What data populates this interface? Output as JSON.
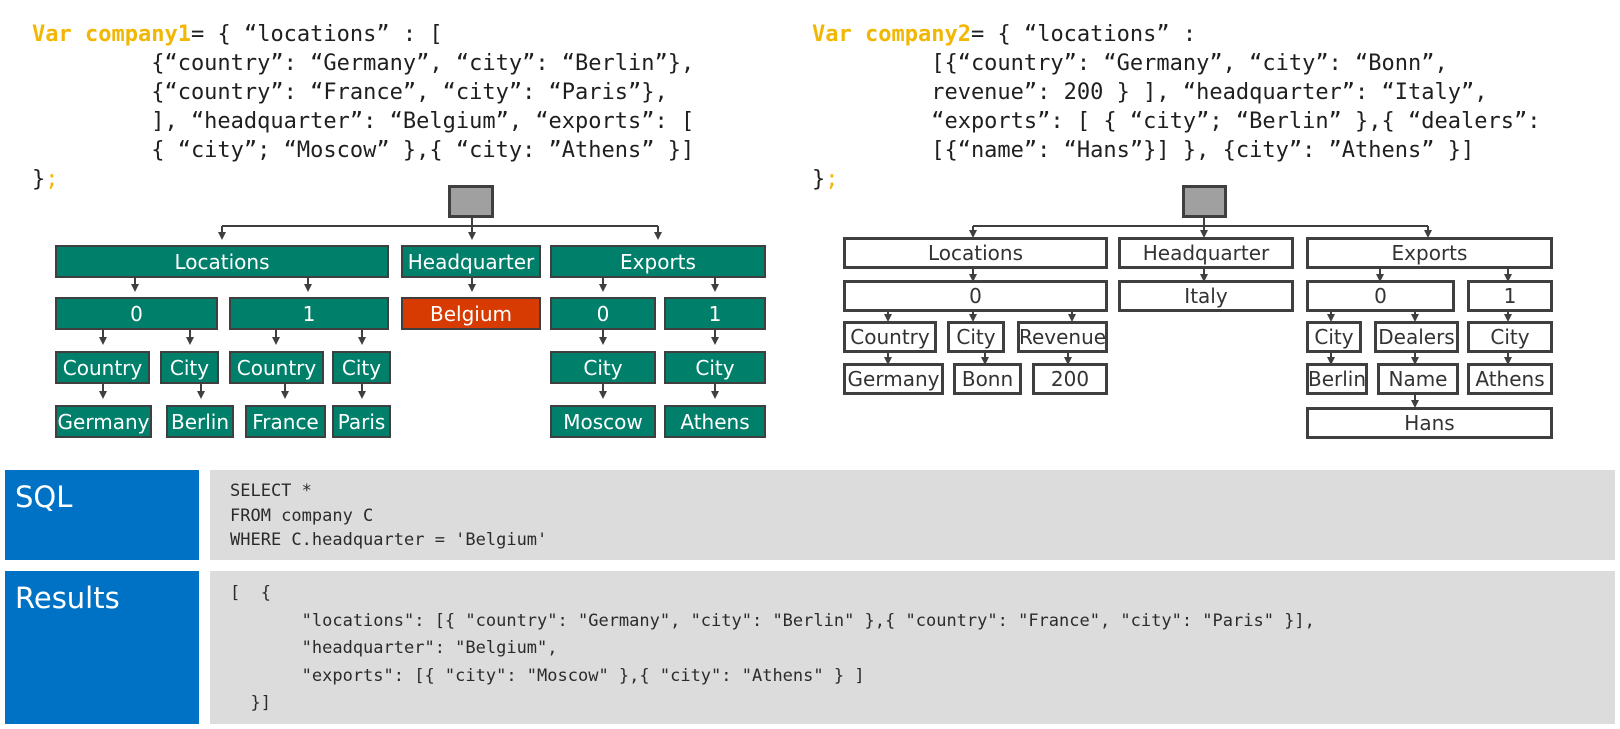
{
  "company1": {
    "kw_var": "Var",
    "kw_name": "company1",
    "line1_rest": "= { “locations” : [",
    "line2": "         {“country”: “Germany”, “city”: “Berlin”},",
    "line3": "         {“country”: “France”, “city”: “Paris”},",
    "line4": "         ], “headquarter”: “Belgium”, “exports”: [",
    "line5": "         { “city”; “Moscow” },{ “city: ”Athens” }]",
    "close_brace": "}",
    "close_semi": ";"
  },
  "company2": {
    "kw_var": "Var",
    "kw_name": "company2",
    "line1_rest": "= { “locations” :",
    "line2": "         [{“country”: “Germany”, “city”: “Bonn”,",
    "line3": "         revenue”: 200 } ], “headquarter”: “Italy”,",
    "line4": "         “exports”: [ { “city”; “Berlin” },{ “dealers”:",
    "line5": "         [{“name”: “Hans”}] }, {city”: ”Athens” }]",
    "close_brace": "}",
    "close_semi": ";"
  },
  "tree1": {
    "locations": "Locations",
    "headquarter": "Headquarter",
    "exports": "Exports",
    "loc_0": "0",
    "loc_1": "1",
    "hq_value": "Belgium",
    "exp_0": "0",
    "exp_1": "1",
    "loc0_country": "Country",
    "loc0_city": "City",
    "loc1_country": "Country",
    "loc1_city": "City",
    "exp0_city": "City",
    "exp1_city": "City",
    "germany": "Germany",
    "berlin": "Berlin",
    "france": "France",
    "paris": "Paris",
    "moscow": "Moscow",
    "athens": "Athens"
  },
  "tree2": {
    "locations": "Locations",
    "headquarter": "Headquarter",
    "exports": "Exports",
    "loc_0": "0",
    "hq_value": "Italy",
    "exp_0": "0",
    "exp_1": "1",
    "country": "Country",
    "city": "City",
    "revenue": "Revenue",
    "germany": "Germany",
    "bonn": "Bonn",
    "revenue_value": "200",
    "exp0_city": "City",
    "dealers": "Dealers",
    "exp1_city": "City",
    "berlin": "Berlin",
    "name": "Name",
    "athens": "Athens",
    "hans": "Hans"
  },
  "sql": {
    "label": "SQL",
    "line1": "SELECT *",
    "line2": "FROM company C",
    "line3": "WHERE C.headquarter = 'Belgium'"
  },
  "results": {
    "label": "Results",
    "line1": "[  {",
    "line2": "       \"locations\": [{ \"country\": \"Germany\", \"city\": \"Berlin\" },{ \"country\": \"France\", \"city\": \"Paris\" }],",
    "line3": "       \"headquarter\": \"Belgium\",",
    "line4": "       \"exports\": [{ \"city\": \"Moscow\" },{ \"city\": \"Athens\" } ]",
    "line5": "  }]"
  }
}
